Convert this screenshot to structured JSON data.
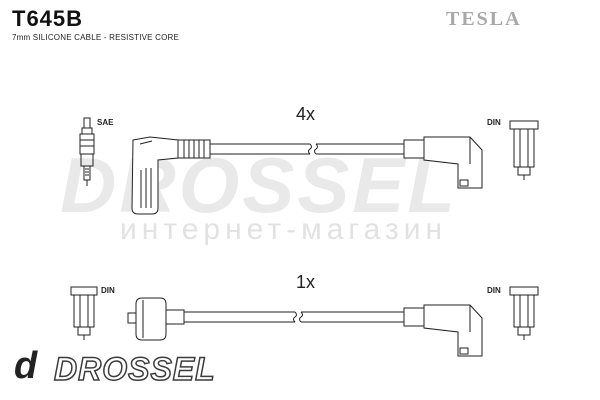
{
  "header": {
    "title": "T645B",
    "subtitle": "7mm SILICONE CABLE - RESISTIVE CORE",
    "brand": "TESLA"
  },
  "watermark": {
    "name": "DROSSEL",
    "subtitle": "интернет-магазин"
  },
  "kit": [
    {
      "quantity": "4x",
      "left_connector": "SAE",
      "right_connector": "DIN"
    },
    {
      "quantity": "1x",
      "left_connector": "DIN",
      "right_connector": "DIN"
    }
  ],
  "logo": {
    "letter": "d",
    "name": "DROSSEL"
  }
}
